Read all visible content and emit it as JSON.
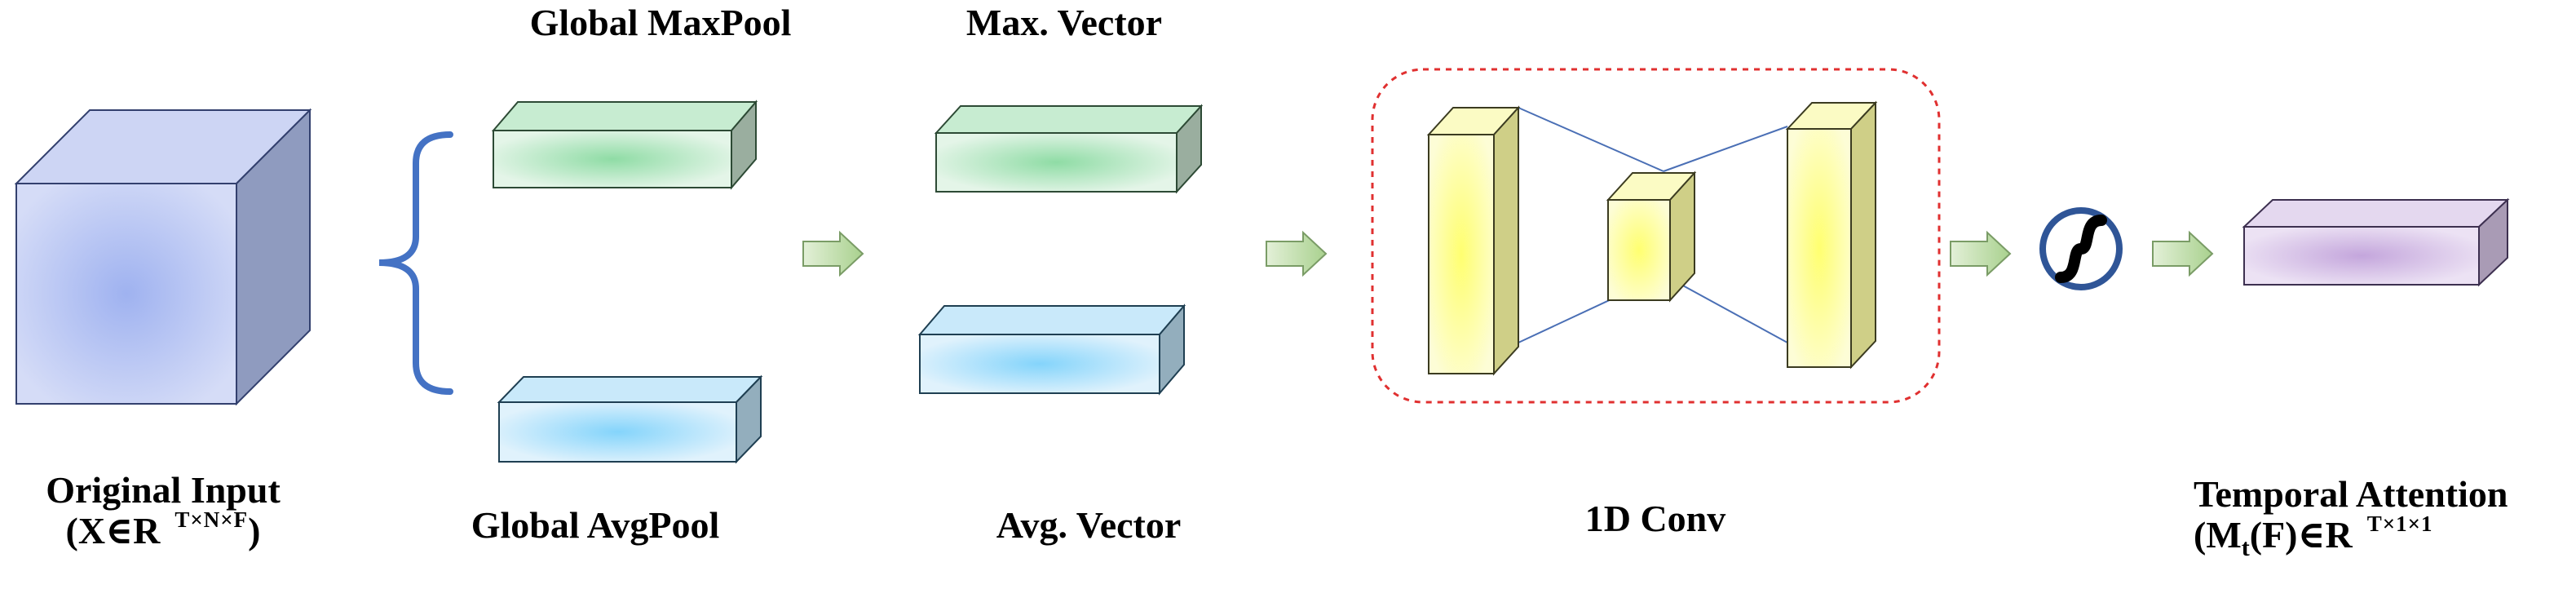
{
  "labels": {
    "original_input": "Original Input",
    "original_input_math_prefix": "(X∈R",
    "original_input_dims": "T×N×F",
    "original_input_math_suffix": ")",
    "global_maxpool": "Global MaxPool",
    "global_avgpool": "Global AvgPool",
    "max_vector": "Max. Vector",
    "avg_vector": "Avg. Vector",
    "conv": "1D Conv",
    "temporal_attention": "Temporal Attention",
    "ta_math_m": "(M",
    "ta_math_sub": "t",
    "ta_math_rest": "(F)∈R",
    "ta_math_dims": "T×1×1"
  },
  "colors": {
    "input_cube": "#b3bfee",
    "maxpool_green": "#a9e2b9",
    "avgpool_blue": "#a8dbf5",
    "conv_yellow": "#ffff9a",
    "attention_purple": "#d6c6e6",
    "brace_blue": "#4472c4",
    "arrow_green": "#c5e0b4",
    "dashed_red": "#e03030",
    "sigmoid_ring": "#2f5597"
  },
  "icons": {
    "sigmoid": "sigmoid-icon",
    "arrow": "right-arrow-icon",
    "brace": "left-brace-icon"
  }
}
